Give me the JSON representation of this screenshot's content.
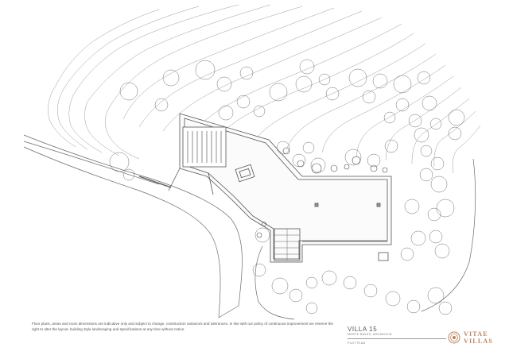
{
  "disclaimer": "Floor plans, areas and room dimensions are indicative only and subject to change, construction variances and tolerances. In line with our policy of continuous improvement we reserve the right to alter the layout, building style landscaping and specifications at any time without notice.",
  "title_block": {
    "villa": "VILLA 15",
    "location": "MONTE NAVUS, ARGANOVIA",
    "plan_type": "PLOT PLAN"
  },
  "logo": {
    "line1": "VITAE",
    "line2": "VILLAS",
    "color": "#b9845f"
  },
  "colors": {
    "line": "#5a5a5a",
    "contour": "#8a8a8a",
    "tree": "#6d6d6d"
  }
}
